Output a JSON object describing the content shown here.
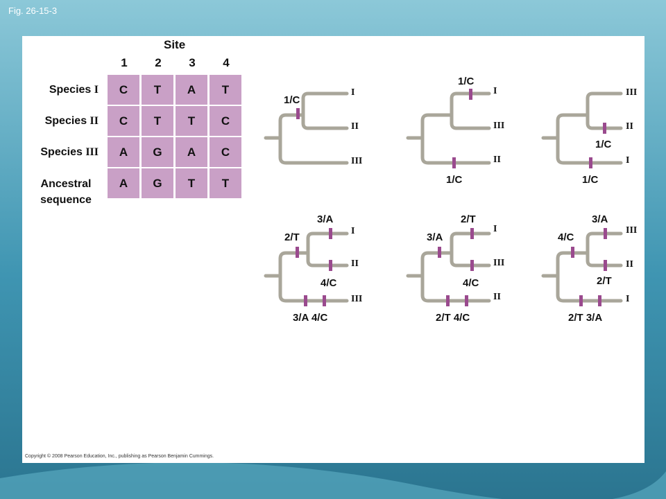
{
  "figure_label": "Fig. 26-15-3",
  "copyright": "Copyright © 2008 Pearson Education, Inc., publishing as Pearson Benjamin Cummings.",
  "table": {
    "title": "Site",
    "site_numbers": [
      "1",
      "2",
      "3",
      "4"
    ],
    "rows": [
      {
        "prefix": "Species",
        "roman": "I",
        "cells": [
          "C",
          "T",
          "A",
          "T"
        ]
      },
      {
        "prefix": "Species",
        "roman": "II",
        "cells": [
          "C",
          "T",
          "T",
          "C"
        ]
      },
      {
        "prefix": "Species",
        "roman": "III",
        "cells": [
          "A",
          "G",
          "A",
          "C"
        ]
      }
    ],
    "ancestral": {
      "line1": "Ancestral",
      "line2": "sequence",
      "cells": [
        "A",
        "G",
        "T",
        "T"
      ]
    }
  },
  "trees": {
    "t1": {
      "taxa": [
        "I",
        "II",
        "III"
      ],
      "labels": [
        "1/C"
      ]
    },
    "t2": {
      "taxa": [
        "I",
        "III",
        "II"
      ],
      "labels": [
        "1/C",
        "1/C"
      ]
    },
    "t3": {
      "taxa": [
        "III",
        "II",
        "I"
      ],
      "labels": [
        "1/C",
        "1/C"
      ]
    },
    "t4": {
      "taxa": [
        "I",
        "II",
        "III"
      ],
      "labels": [
        "3/A",
        "2/T",
        "4/C",
        "3/A 4/C"
      ]
    },
    "t5": {
      "taxa": [
        "I",
        "III",
        "II"
      ],
      "labels": [
        "2/T",
        "3/A",
        "4/C",
        "2/T 4/C"
      ]
    },
    "t6": {
      "taxa": [
        "III",
        "II",
        "I"
      ],
      "labels": [
        "3/A",
        "4/C",
        "2/T",
        "2/T 3/A"
      ]
    }
  },
  "colors": {
    "branch": "#a9a69a",
    "mutation_mark": "#9a4a8e",
    "cell_fill": "#c9a0c6",
    "panel": "#ffffff",
    "background": "#2f7f9c"
  }
}
